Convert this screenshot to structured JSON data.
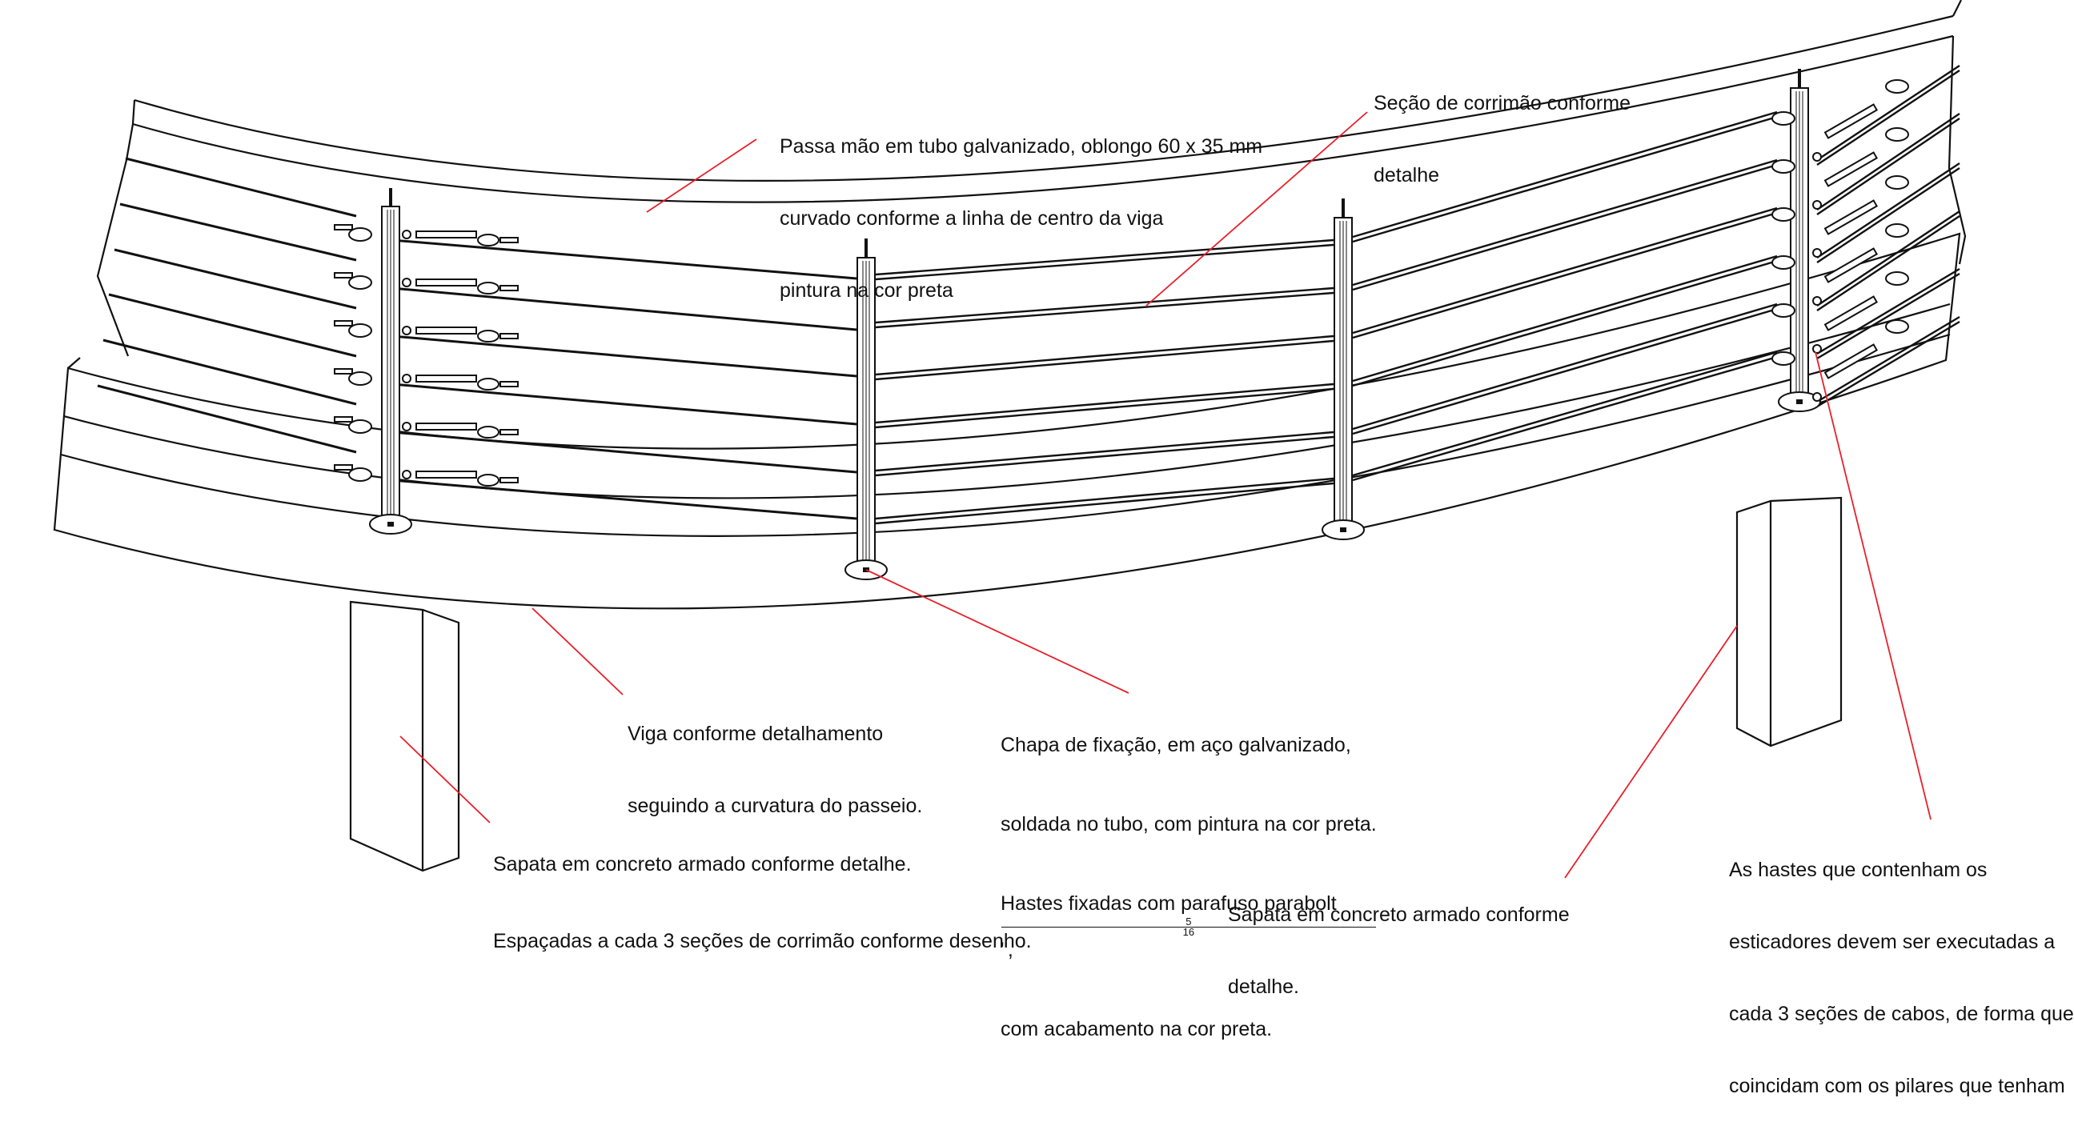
{
  "annotations": {
    "handrail": {
      "lines": [
        "Passa mão em tubo galvanizado, oblongo 60 x 35 mm",
        "curvado conforme a linha de centro da viga",
        "pintura na cor preta"
      ]
    },
    "section": {
      "lines": [
        "Seção de corrimão conforme",
        "detalhe"
      ]
    },
    "beam": {
      "lines": [
        "Viga conforme detalhamento",
        "seguindo a curvatura do passeio."
      ]
    },
    "plate": {
      "lines": [
        "Chapa de fixação, em aço galvanizado,",
        "soldada no tubo, com pintura na cor preta."
      ],
      "line3_prefix": "Hastes fixadas com parafuso parabolt ",
      "fraction_num": "5",
      "fraction_den": "16",
      "line3_suffix": "\",",
      "line4": "com acabamento na cor preta."
    },
    "footing_left": {
      "lines": [
        "Sapata em concreto armado conforme detalhe.",
        "Espaçadas a cada 3 seções de corrimão conforme desenho."
      ]
    },
    "footing_right": {
      "lines": [
        "Sapata em concreto armado conforme",
        "detalhe."
      ]
    },
    "tensioners": {
      "lines": [
        "As hastes que contenham os",
        "esticadores devem ser executadas a",
        "cada 3 seções de cabos, de forma que",
        "coincidam com os pilares que tenham"
      ]
    }
  },
  "colors": {
    "leader": "#e8202a",
    "ink": "#111111",
    "background": "#ffffff"
  },
  "diagram": {
    "cable_count": 6,
    "post_count": 4,
    "posts_with_tensioners": 2,
    "footing_count": 2
  }
}
